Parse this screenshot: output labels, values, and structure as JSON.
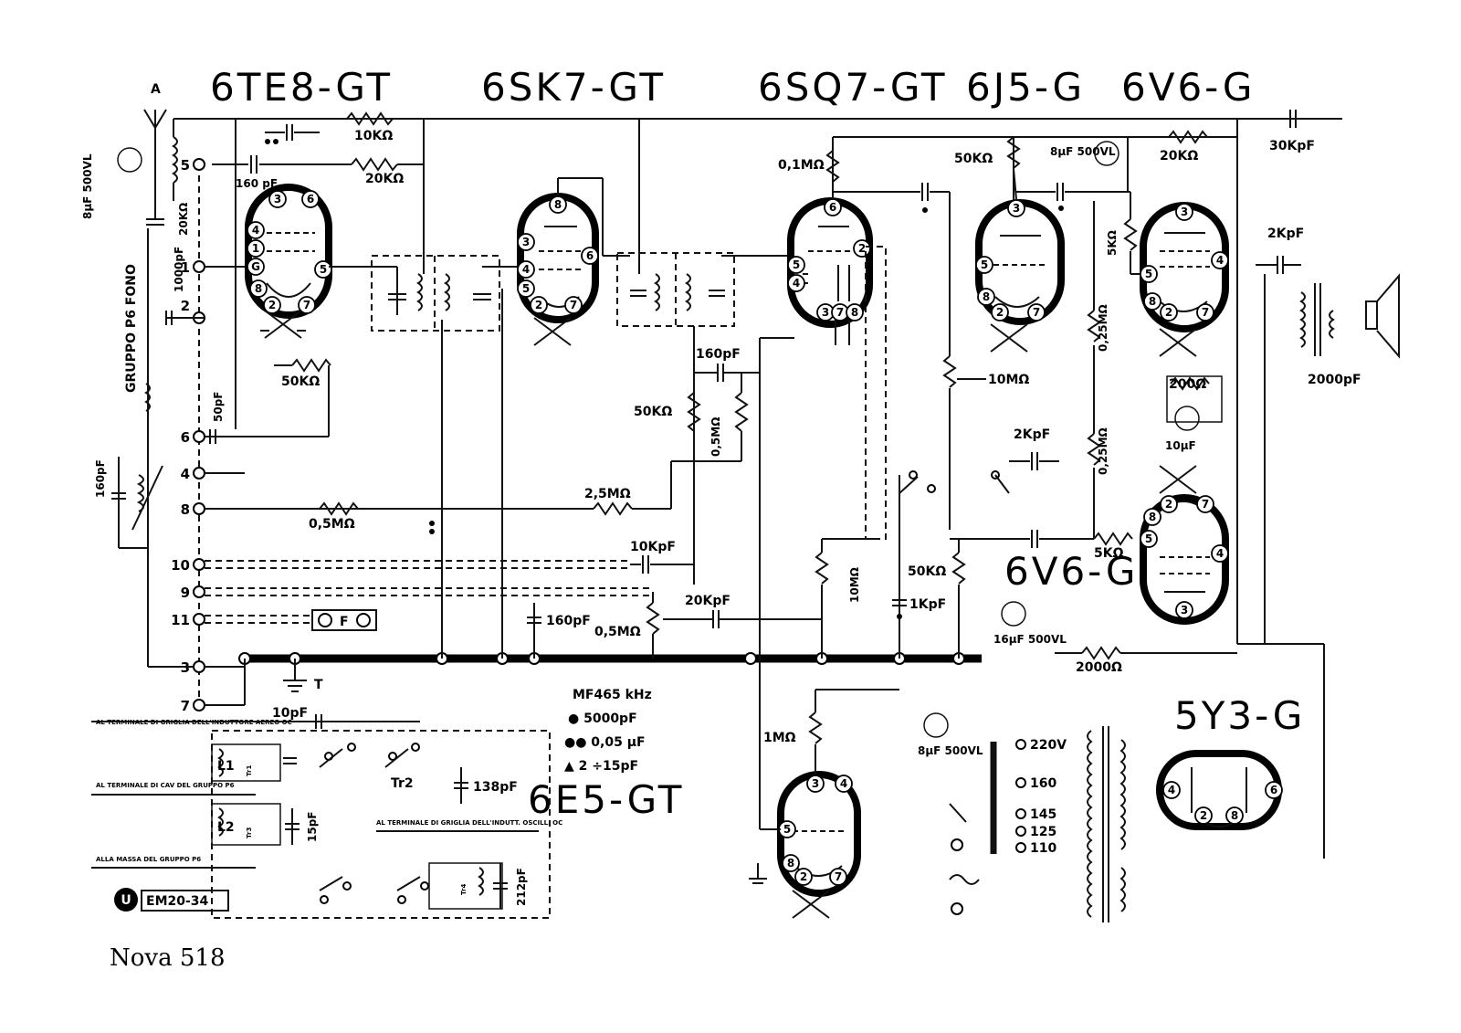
{
  "diagram": {
    "caption": "Nova 518",
    "tubes": {
      "t1": "6TE8-GT",
      "t2": "6SK7-GT",
      "t3": "6SQ7-GT",
      "t4": "6J5-G",
      "t5": "6V6-G",
      "t6": "6V6-G",
      "t7": "6E5-GT",
      "t8": "5Y3-G"
    },
    "antenna_label": "A",
    "ground_label": "T",
    "components": {
      "c_8uf_ant": "8µF 500VL",
      "c_160pf_in": "160 pF",
      "r_20k_v": "20KΩ",
      "c_1000pf": "1000pF",
      "gruppo": "GRUPPO P6 FONO",
      "r_10k": "10KΩ",
      "r_20k_h": "20KΩ",
      "r_50k_1": "50KΩ",
      "c_50pf": "50pF",
      "c_160pf_var": "160pF",
      "r_05m_1": "0,5MΩ",
      "r_25m": "2,5MΩ",
      "c_10kpf": "10KpF",
      "c_160pf_b": "160pF",
      "r_05m_vol": "0,5MΩ",
      "c_20kpf": "20KpF",
      "c_160pf_det": "160pF",
      "r_50k_det": "50KΩ",
      "r_05m_det": "0,5MΩ",
      "r_01m": "0,1MΩ",
      "r_10m_a": "10MΩ",
      "r_50k_pl": "50KΩ",
      "c_8uf_b": "8µF 500VL",
      "r_20k_b": "20KΩ",
      "c_30kpf": "30KpF",
      "r_10m_b": "10MΩ",
      "c_2kpf_a": "2KpF",
      "r_025m_a": "0,25MΩ",
      "r_025m_b": "0,25MΩ",
      "r_5k_a": "5KΩ",
      "r_5k_b": "5KΩ",
      "r_50k_c": "50KΩ",
      "c_1kpf": "1KpF",
      "c_16uf": "16µF 500VL",
      "r_2000": "2000Ω",
      "c_2kpf_b": "2KpF",
      "c_2000pf": "2000pF",
      "r_200": "200Ω",
      "c_10uf": "10µF",
      "r_1m": "1MΩ",
      "c_8uf_c": "8µF 500VL",
      "c_10pf": "10pF",
      "c_138pf": "138pF",
      "c_15pf": "15pF",
      "c_212pf": "212pF"
    },
    "transformer_taps": [
      "220V",
      "160",
      "145",
      "125",
      "110"
    ],
    "terminals": [
      "5",
      "1",
      "2",
      "6",
      "4",
      "8",
      "10",
      "9",
      "11",
      "3",
      "7"
    ],
    "fuse_label": "F",
    "legend": {
      "title": "MF465 kHz",
      "items": [
        "● 5000pF",
        "●● 0,05 µF",
        "▲ 2 ÷15pF"
      ]
    },
    "coil_labels": [
      "L1",
      "Tr1",
      "Tr2",
      "L2",
      "Tr3",
      "Tr4"
    ],
    "notes": [
      "AL TERMINALE DI GRIGLIA DELL'INDUTTORE AEREO OC",
      "AL TERMINALE DI CAV DEL GRUPPO P6",
      "ALLA MASSA DEL GRUPPO P6",
      "AL TERMINALE DI GRIGLIA DELL'INDUTT. OSCILL. OC"
    ],
    "badge": "EM20-34"
  }
}
